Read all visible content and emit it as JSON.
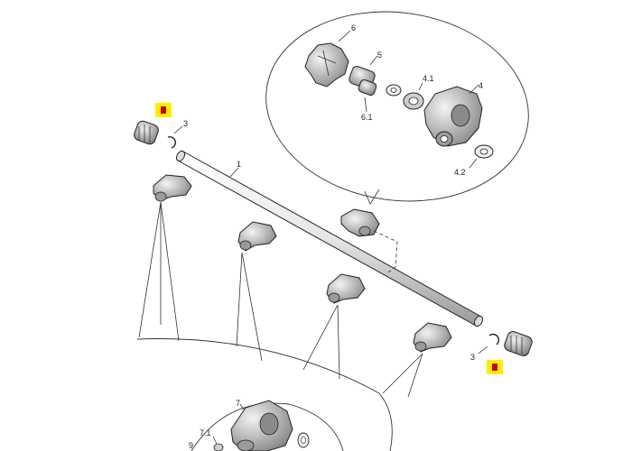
{
  "labels": {
    "p1": "1",
    "p3a": "3",
    "p3b": "3",
    "p4": "4",
    "p41": "4.1",
    "p42": "4.2",
    "p5": "5",
    "p6": "6",
    "p61": "6.1",
    "p7": "7",
    "p71": "7.1",
    "p9": "9"
  },
  "colors": {
    "marker_highlight": "#ffee00",
    "marker_core": "#cc0000",
    "line": "#333333"
  }
}
